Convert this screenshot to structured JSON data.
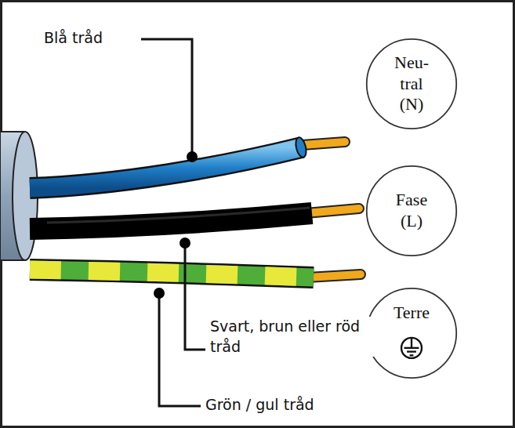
{
  "diagram": {
    "nodes": [
      {
        "text": [
          "Neu- tral (N)"
        ]
      },
      {
        "text": [
          "Fase (L)"
        ]
      },
      {
        "text": [
          "Terre"
        ]
      }
    ],
    "labels": [
      "Blå tråd",
      "Svart, brun eller röd tråd",
      "Grön / gul tråd"
    ]
  }
}
